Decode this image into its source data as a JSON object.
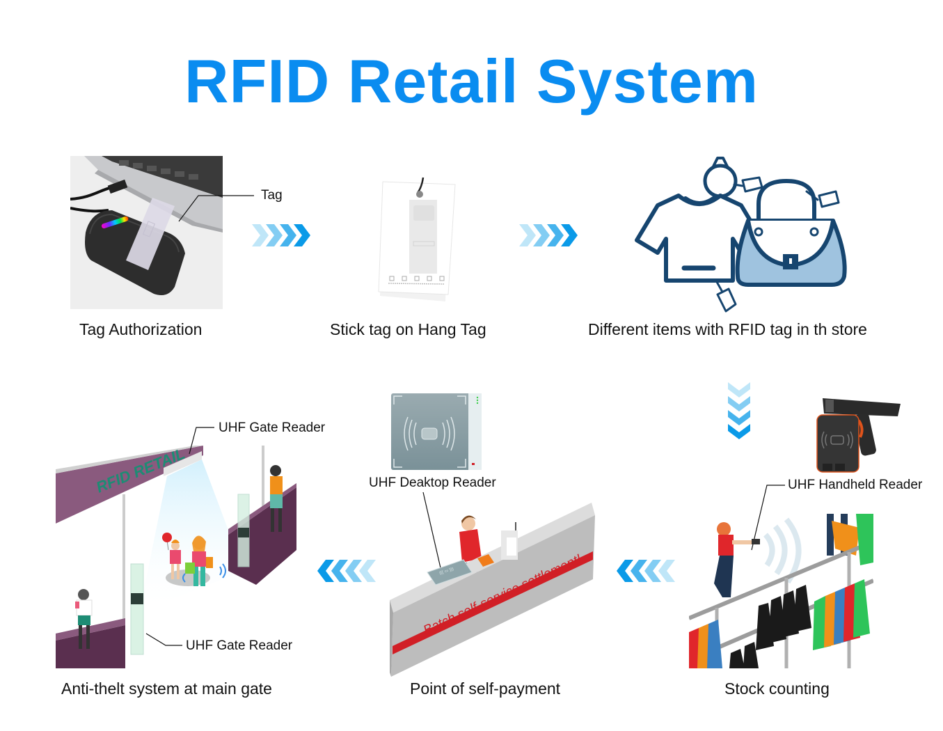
{
  "title": "RFID Retail System",
  "colors": {
    "title": "#0a8cf0",
    "arrow_light": "#bfe6f8",
    "arrow_dark": "#0a9ae8",
    "icon_navy": "#16456f",
    "bag_fill": "#9fc3df",
    "gate_purple": "#8a5a7e",
    "counter_red": "#d11f26"
  },
  "steps": [
    {
      "id": "tag-authorization",
      "caption": "Tag Authorization",
      "callouts": [
        "Tag"
      ]
    },
    {
      "id": "stick-tag",
      "caption": "Stick tag on Hang Tag",
      "callouts": []
    },
    {
      "id": "items-in-store",
      "caption": "Different items with RFID tag in th store",
      "callouts": []
    },
    {
      "id": "stock-counting",
      "caption": "Stock counting",
      "callouts": [
        "UHF Handheld Reader"
      ]
    },
    {
      "id": "self-payment",
      "caption": "Point of self-payment",
      "callouts": [
        "UHF Deaktop Reader"
      ],
      "counter_text": "Batch self-service settlement!"
    },
    {
      "id": "anti-theft",
      "caption": "Anti-thelt system at main gate",
      "callouts": [
        "UHF Gate Reader",
        "UHF Gate Reader"
      ],
      "sign_text": "RFID RETAIL"
    }
  ],
  "flow_arrows": [
    {
      "from": "tag-authorization",
      "to": "stick-tag",
      "direction": "right"
    },
    {
      "from": "stick-tag",
      "to": "items-in-store",
      "direction": "right"
    },
    {
      "from": "items-in-store",
      "to": "stock-counting",
      "direction": "down"
    },
    {
      "from": "stock-counting",
      "to": "self-payment",
      "direction": "left"
    },
    {
      "from": "self-payment",
      "to": "anti-theft",
      "direction": "left"
    }
  ]
}
